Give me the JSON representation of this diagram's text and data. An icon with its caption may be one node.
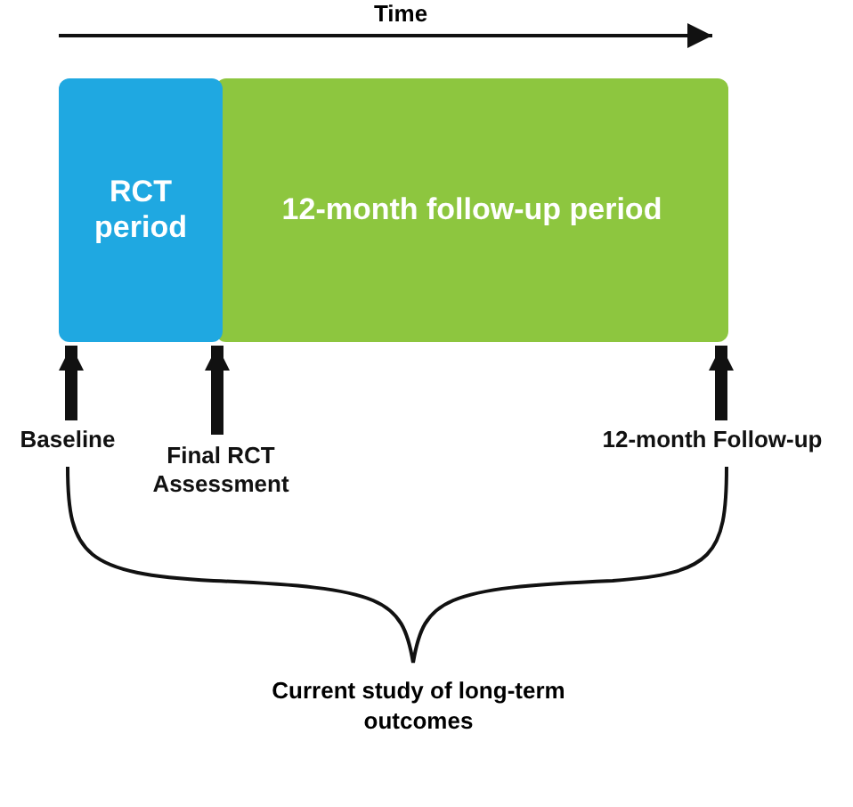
{
  "diagram": {
    "nodes": [
      {
        "text": [
          "RCT period"
        ]
      },
      {
        "text": [
          "12-month follow-up period"
        ]
      },
      {
        "text": [
          "Baseline"
        ]
      },
      {
        "text": [
          "Final RCT Assessment"
        ]
      },
      {
        "text": [
          "12-month Follow-up"
        ]
      }
    ],
    "edges": [
      {
        "from": 2,
        "to": 0,
        "arrow": "to"
      },
      {
        "from": 3,
        "to": 0,
        "arrow": "to"
      },
      {
        "from": 4,
        "to": 1,
        "arrow": "to"
      }
    ],
    "labels": [
      "Time",
      "Current study of long-term outcomes"
    ]
  }
}
